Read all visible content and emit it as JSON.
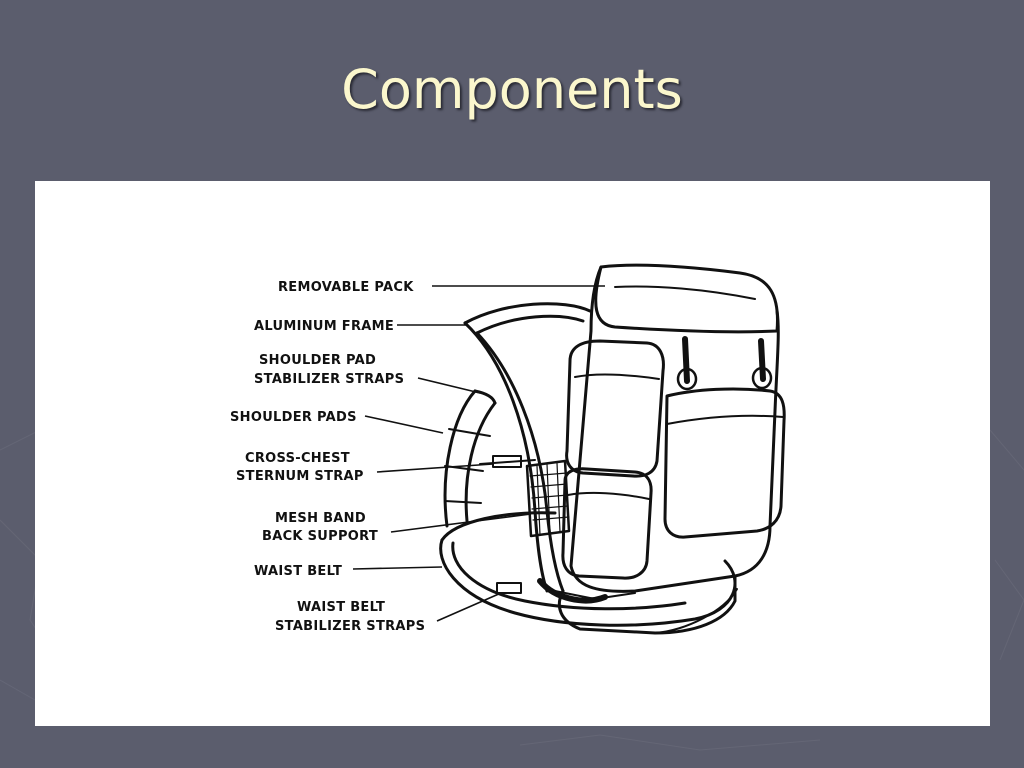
{
  "slide": {
    "title": "Components",
    "background_color": "#5b5d6d",
    "title_color": "#fbf7cd"
  },
  "diagram": {
    "subject": "external-frame-backpack",
    "labels": {
      "removable_pack": "REMOVABLE PACK",
      "aluminum_frame": "ALUMINUM FRAME",
      "shoulder_pad_stabilizer_1": "SHOULDER PAD",
      "shoulder_pad_stabilizer_2": "STABILIZER STRAPS",
      "shoulder_pads": "SHOULDER PADS",
      "cross_chest_1": "CROSS-CHEST",
      "cross_chest_2": "STERNUM STRAP",
      "mesh_band_1": "MESH BAND",
      "mesh_band_2": "BACK SUPPORT",
      "waist_belt": "WAIST BELT",
      "waist_belt_stabilizer_1": "WAIST BELT",
      "waist_belt_stabilizer_2": "STABILIZER STRAPS"
    }
  }
}
